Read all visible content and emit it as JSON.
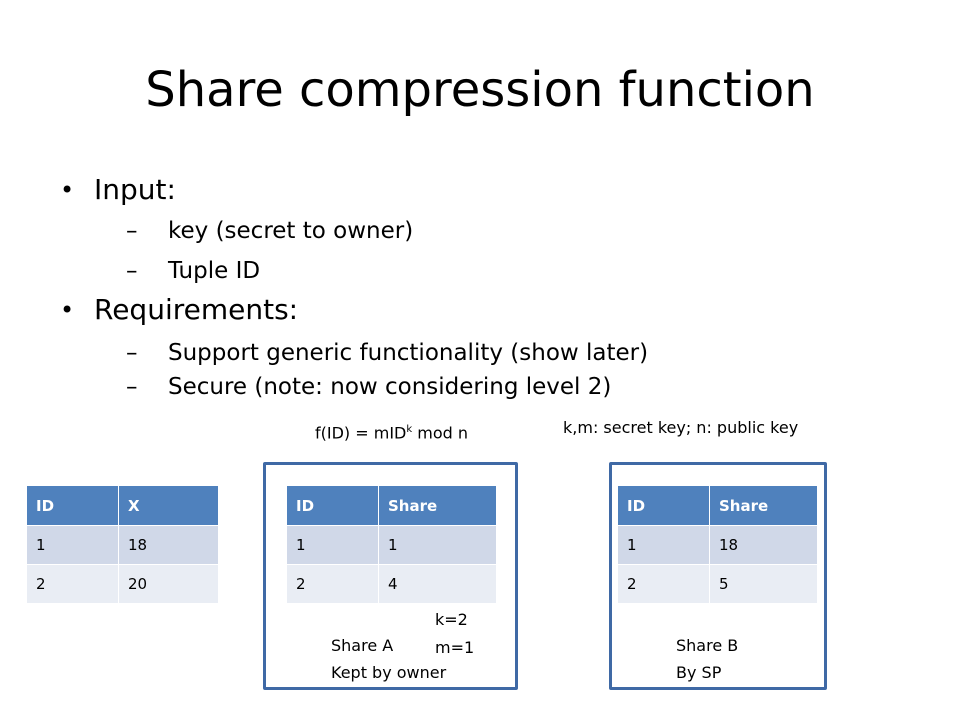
{
  "slide": {
    "title": "Share compression function",
    "bullets": {
      "input_label": "Input:",
      "input_items": [
        "key (secret to owner)",
        "Tuple ID"
      ],
      "requirements_label": "Requirements:",
      "requirement_items": [
        "Support generic functionality (show later)",
        "Secure (note: now considering level 2)"
      ],
      "bullet_glyph": "•",
      "dash_glyph": "–"
    },
    "formula": {
      "prefix": "f(ID) = mID",
      "superscript": "k",
      "suffix": " mod n"
    },
    "key_note": "k,m: secret key; n: public key",
    "colors": {
      "header": "#4f81bd",
      "row_dark": "#d0d8e8",
      "row_light": "#e9edf4",
      "frame": "#3f69a5"
    },
    "table_x": {
      "headers": [
        "ID",
        "X"
      ],
      "rows": [
        [
          "1",
          "18"
        ],
        [
          "2",
          "20"
        ]
      ]
    },
    "table_share_a": {
      "headers": [
        "ID",
        "Share"
      ],
      "rows": [
        [
          "1",
          "1"
        ],
        [
          "2",
          "4"
        ]
      ]
    },
    "table_share_b": {
      "headers": [
        "ID",
        "Share"
      ],
      "rows": [
        [
          "1",
          "18"
        ],
        [
          "2",
          "5"
        ]
      ]
    },
    "params": [
      "k=2",
      "m=1"
    ],
    "share_a_caption": [
      "Share A",
      "Kept by owner"
    ],
    "share_b_caption": [
      "Share B",
      "By SP"
    ]
  }
}
